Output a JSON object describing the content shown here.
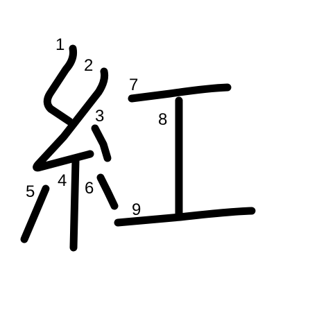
{
  "character": {
    "stroke_color": "#000000",
    "background_color": "#ffffff",
    "stroke_numbers": [
      "1",
      "2",
      "3",
      "4",
      "5",
      "6",
      "7",
      "8",
      "9"
    ]
  }
}
